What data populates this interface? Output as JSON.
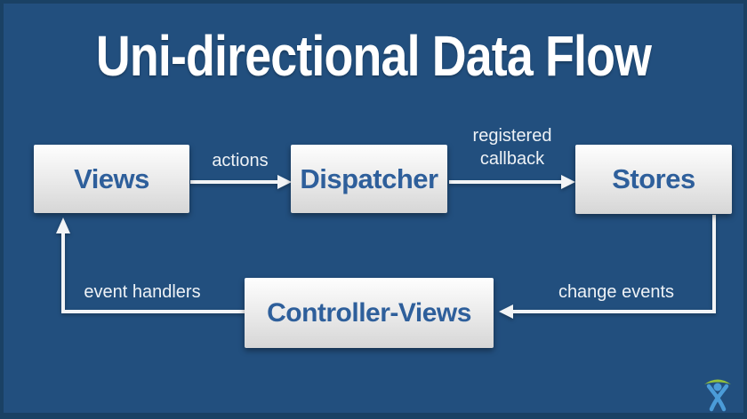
{
  "title": "Uni-directional Data Flow",
  "diagram": {
    "nodes": [
      {
        "id": "views",
        "label": "Views"
      },
      {
        "id": "dispatcher",
        "label": "Dispatcher"
      },
      {
        "id": "stores",
        "label": "Stores"
      },
      {
        "id": "controller_views",
        "label": "Controller-Views"
      }
    ],
    "edges": [
      {
        "from": "views",
        "to": "dispatcher",
        "label": "actions"
      },
      {
        "from": "dispatcher",
        "to": "stores",
        "label": "registered callback"
      },
      {
        "from": "stores",
        "to": "controller_views",
        "label": "change events"
      },
      {
        "from": "controller_views",
        "to": "views",
        "label": "event handlers"
      }
    ]
  },
  "colors": {
    "background": "#224f7e",
    "border": "#1a4164",
    "box_text": "#2e5f9b",
    "box_gradient_top": "#fefefe",
    "box_gradient_bottom": "#d6d6d6",
    "arrow": "#f2f4f6",
    "label_text": "#eef2f6",
    "title_text": "#ffffff",
    "logo_green": "#94c23c",
    "logo_blue": "#4b9cd8"
  },
  "logo": {
    "name": "atlassian-charlie-logo"
  }
}
